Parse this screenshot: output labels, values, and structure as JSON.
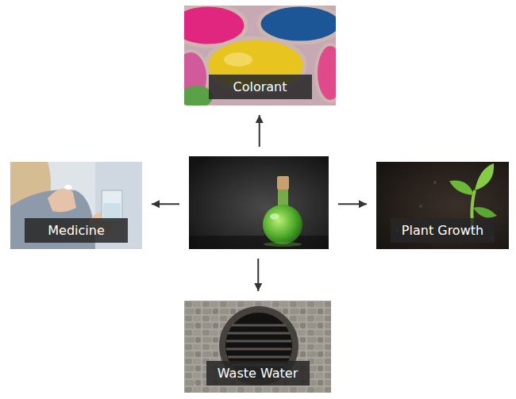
{
  "diagram": {
    "nodes": [
      {
        "text": [
          "Colorant"
        ]
      },
      {
        "text": [
          "Medicine"
        ]
      },
      {
        "text": []
      },
      {
        "text": [
          "Plant Growth"
        ]
      },
      {
        "text": [
          "Waste Water"
        ]
      }
    ],
    "edges": [
      {
        "from": 2,
        "to": 0,
        "arrow": "to"
      },
      {
        "from": 2,
        "to": 1,
        "arrow": "to"
      },
      {
        "from": 2,
        "to": 3,
        "arrow": "to"
      },
      {
        "from": 2,
        "to": 4,
        "arrow": "to"
      }
    ]
  }
}
